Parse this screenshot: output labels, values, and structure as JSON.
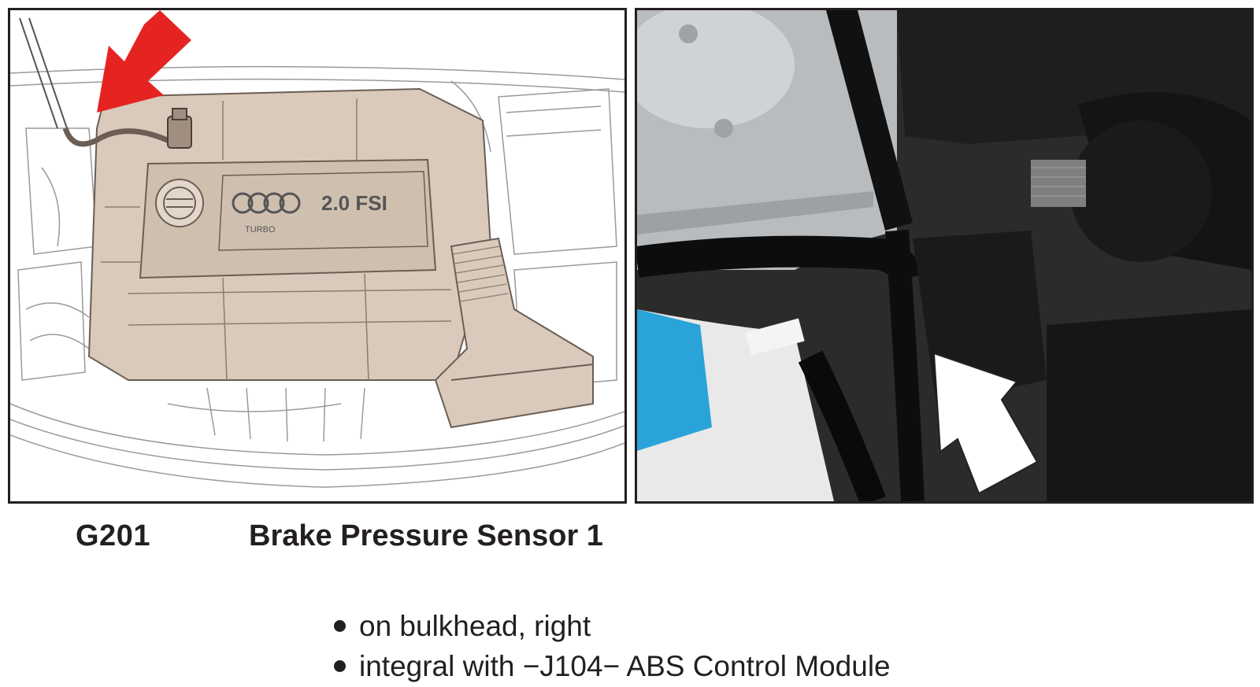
{
  "figure": {
    "left_image": {
      "logo_text": "2.0 FSI",
      "badge_text": "TURBO",
      "arrow_color": "#e52421",
      "cover_color": "#d9cabb"
    },
    "right_image": {
      "arrow_color": "#ffffff",
      "cap_color": "#2aa3d8"
    }
  },
  "component": {
    "code": "G201",
    "name": "Brake Pressure Sensor 1"
  },
  "notes": [
    "on bulkhead, right",
    "integral with −J104− ABS Control Module"
  ]
}
